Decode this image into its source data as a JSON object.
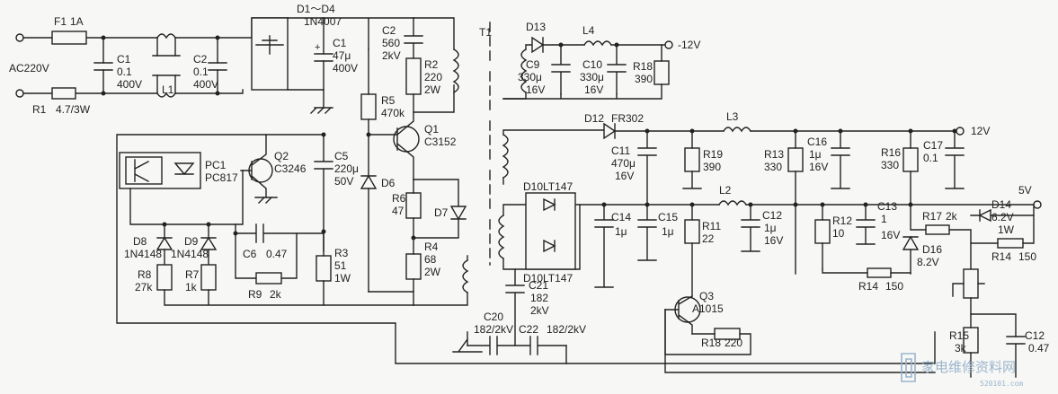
{
  "labels": {
    "F1": "F1",
    "F1v": "1A",
    "ac": "AC220V",
    "R1": "R1",
    "R1v": "4.7/3W",
    "C1a": "C1",
    "C1a_v1": "0.1",
    "C1a_v2": "400V",
    "L1": "L1",
    "C2a": "C2",
    "C2a_v1": "0.1",
    "C2a_v2": "400V",
    "D1": "D1～D4",
    "D1v": "1N4007",
    "C1b": "C1",
    "C1b_v1": "47μ",
    "C1b_v2": "400V",
    "C2b": "C2",
    "C2b_v1": "560",
    "C2b_v2": "2kV",
    "R2": "R2",
    "R2_v1": "220",
    "R2_v2": "2W",
    "R5": "R5",
    "R5v": "470k",
    "Q1": "Q1",
    "Q1v": "C3152",
    "T1": "T1",
    "PC1": "PC1",
    "PC1v": "PC817",
    "Q2": "Q2",
    "Q2v": "C3246",
    "C5": "C5",
    "C5_v1": "220μ",
    "C5_v2": "50V",
    "D6": "D6",
    "R6": "R6",
    "R6v": "47",
    "D7": "D7",
    "D8": "D8",
    "D8v": "1N4148",
    "D9": "D9",
    "D9v": "1N4148",
    "C6": "C6",
    "C6v": "0.47",
    "R3": "R3",
    "R3_v1": "51",
    "R3_v2": "1W",
    "R4": "R4",
    "R4_v1": "68",
    "R4_v2": "2W",
    "R8": "R8",
    "R8v": "27k",
    "R7": "R7",
    "R7v": "1k",
    "R9": "R9",
    "R9v": "2k",
    "D13": "D13",
    "L4": "L4",
    "neg12": "-12V",
    "C9": "C9",
    "C9_v1": "330μ",
    "C9_v2": "16V",
    "C10": "C10",
    "C10_v1": "330μ",
    "C10_v2": "16V",
    "R18a": "R18",
    "R18a_v": "390",
    "D12": "D12",
    "D12v": "FR302",
    "L3": "L3",
    "pos12": "12V",
    "C11": "C11",
    "C11_v1": "470μ",
    "C11_v2": "16V",
    "R19": "R19",
    "R19v": "390",
    "R13": "R13",
    "R13v": "330",
    "C16": "C16",
    "C16_v1": "1μ",
    "C16_v2": "16V",
    "R16": "R16",
    "R16v": "330",
    "C17": "C17",
    "C17v": "0.1",
    "D10a": "D10LT147",
    "D10b": "D10LT147",
    "L2": "L2",
    "pos5": "5V",
    "C14": "C14",
    "C14v": "1μ",
    "C15": "C15",
    "C15v": "1μ",
    "R11": "R11",
    "R11v": "22",
    "C12a": "C12",
    "C12a_v1": "1μ",
    "C12a_v2": "16V",
    "R12": "R12",
    "R12v": "10",
    "C13": "C13",
    "C13_v1": "1",
    "C13_v2": "16V",
    "R17": "R17",
    "R17v": "2k",
    "D14": "D14",
    "D14_v1": "6.2V",
    "D14_v2": "1W",
    "R14a": "R14",
    "R14a_v": "150",
    "D16": "D16",
    "D16v": "8.2V",
    "R14b": "R14",
    "R14b_v": "150",
    "C21": "C21",
    "C21_v1": "182",
    "C21_v2": "2kV",
    "Q3": "Q3",
    "Q3v": "A1015",
    "R18b": "R18",
    "R18b_v": "220",
    "C20": "C20",
    "C20v": "182/2kV",
    "C22": "C22",
    "C22v": "182/2kV",
    "R15": "R15",
    "R15v": "3k",
    "C12b": "C12",
    "C12b_v": "0.47"
  },
  "watermark": {
    "text": "家电维修资料网",
    "url": "520101.com"
  }
}
